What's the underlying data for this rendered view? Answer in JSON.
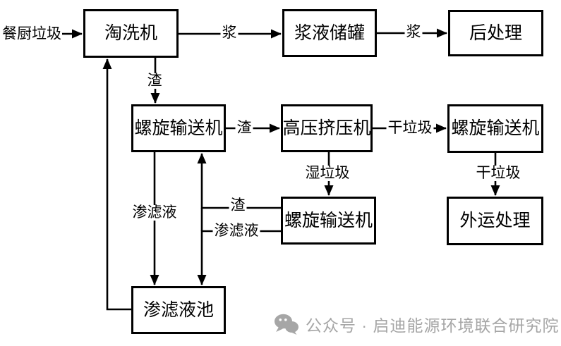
{
  "diagram": {
    "source": {
      "label": "餐厨垃圾"
    },
    "nodes": {
      "washer": {
        "label": "淘洗机"
      },
      "slurry_tank": {
        "label": "浆液储罐"
      },
      "post_treatment": {
        "label": "后处理"
      },
      "screw_conveyor_left": {
        "label": "螺旋输送机"
      },
      "high_pressure_press": {
        "label": "高压挤压机"
      },
      "screw_conveyor_right": {
        "label": "螺旋输送机"
      },
      "screw_conveyor_bottom": {
        "label": "螺旋输送机"
      },
      "external_treatment": {
        "label": "外运处理"
      },
      "leachate_pool": {
        "label": "渗滤液池"
      }
    },
    "edge_labels": {
      "slurry_to_tank": "浆",
      "slurry_to_post": "浆",
      "residue_washer_to_convL": "渣",
      "residue_convL_to_press": "渣",
      "dry_waste_press_to_convR": "干垃圾",
      "wet_waste_press_to_convB": "湿垃圾",
      "dry_waste_convR_to_external": "干垃圾",
      "residue_convB_to_convL": "渣",
      "leachate_convB_to_pool": "渗滤液",
      "leachate_convL_to_pool": "渗滤液"
    },
    "colors": {
      "line": "#000000",
      "background": "#ffffff",
      "watermark": "#a6a6a6"
    }
  },
  "watermark": {
    "icon": "wechat-icon",
    "text": "公众号 · 启迪能源环境联合研究院"
  }
}
